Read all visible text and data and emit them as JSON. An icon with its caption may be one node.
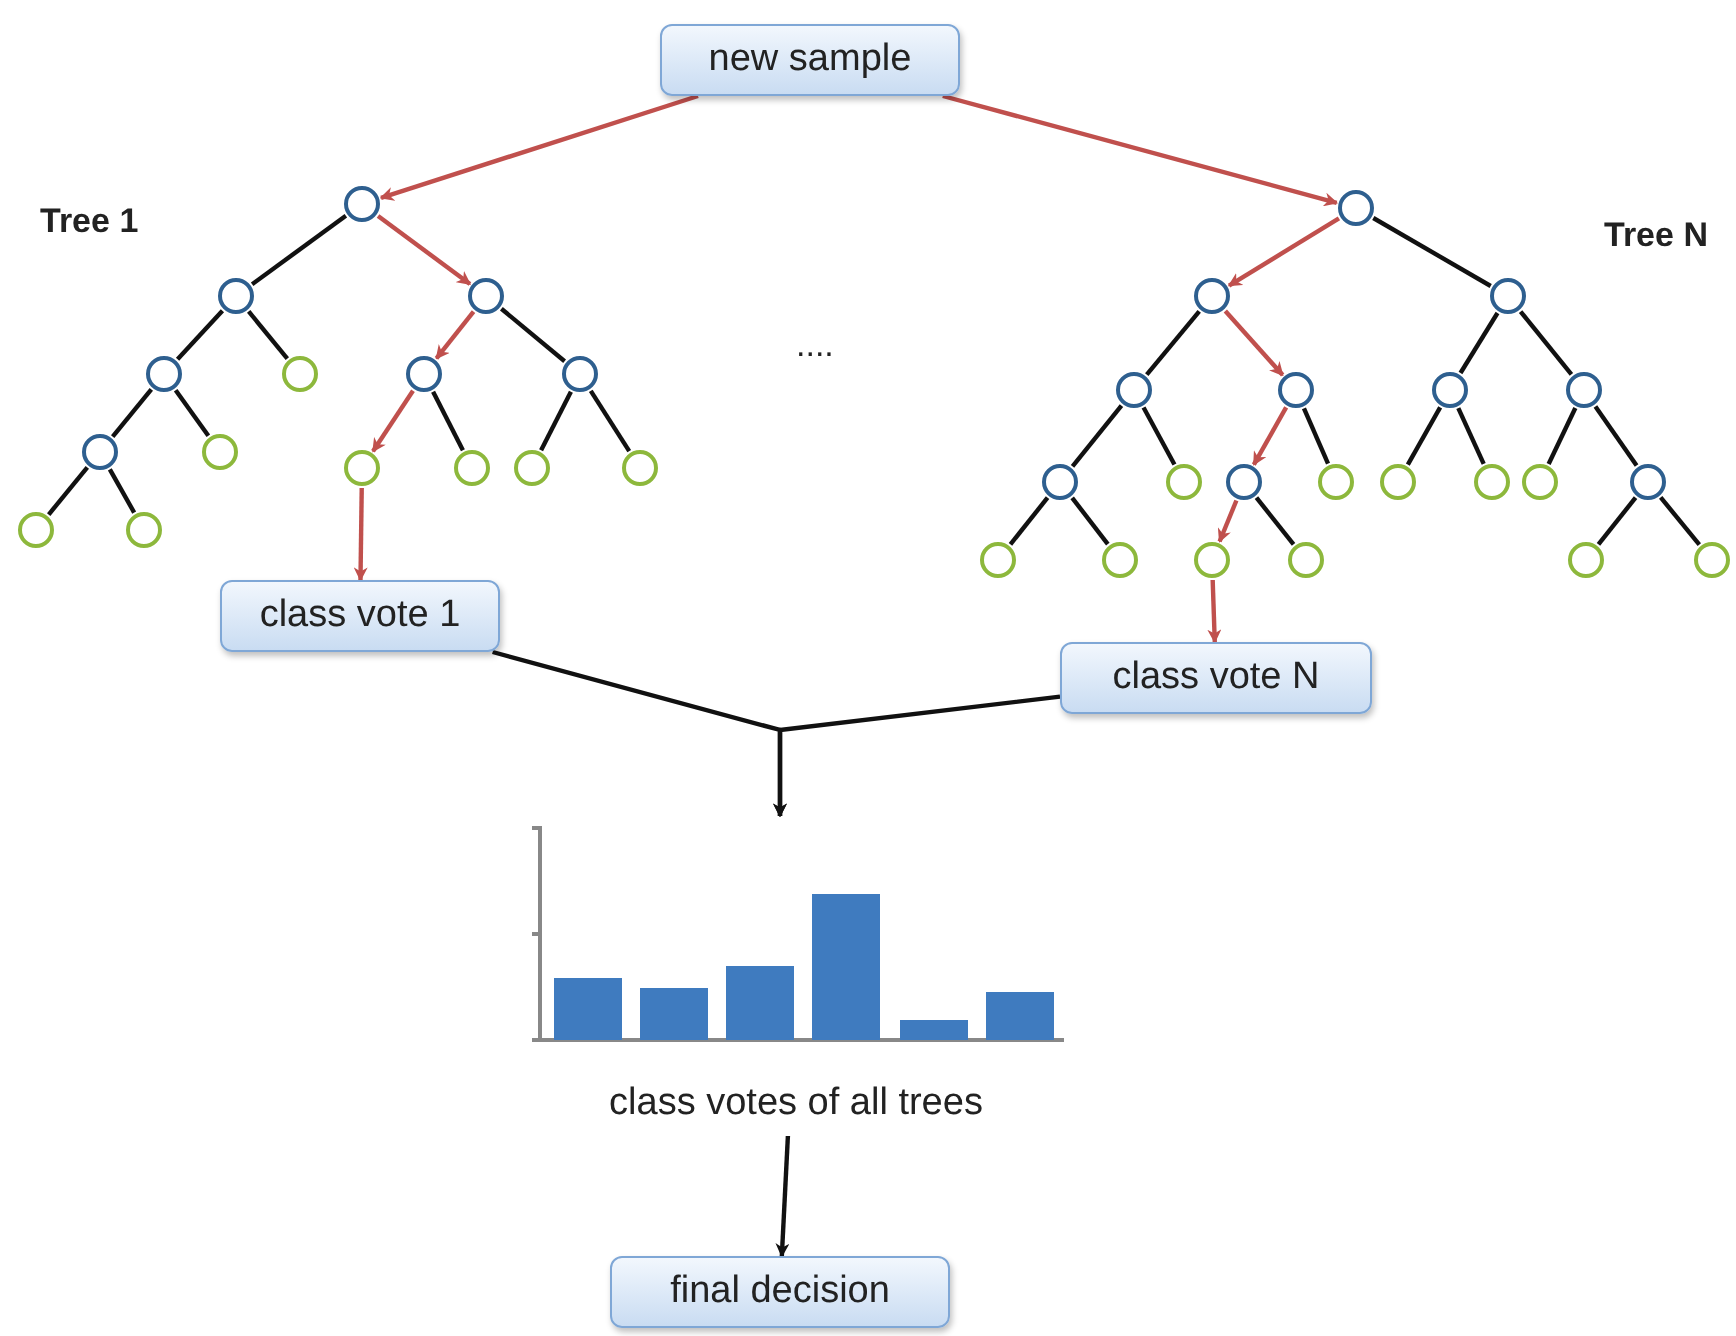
{
  "diagram": {
    "nodes": [
      {
        "text": [
          "new sample"
        ]
      },
      {
        "text": [],
        "shape": "circle"
      },
      {
        "text": [],
        "shape": "circle"
      },
      {
        "text": [],
        "shape": "circle"
      },
      {
        "text": [],
        "shape": "circle"
      },
      {
        "text": [],
        "shape": "circle"
      },
      {
        "text": [],
        "shape": "circle"
      },
      {
        "text": [],
        "shape": "circle"
      },
      {
        "text": [],
        "shape": "circle"
      },
      {
        "text": [],
        "shape": "circle"
      },
      {
        "text": [],
        "shape": "circle"
      },
      {
        "text": [],
        "shape": "circle"
      },
      {
        "text": [],
        "shape": "circle"
      },
      {
        "text": [],
        "shape": "circle"
      },
      {
        "text": [],
        "shape": "circle"
      },
      {
        "text": [],
        "shape": "circle"
      },
      {
        "text": [],
        "shape": "circle"
      },
      {
        "text": [],
        "shape": "circle"
      },
      {
        "text": [],
        "shape": "circle"
      },
      {
        "text": [],
        "shape": "circle"
      },
      {
        "text": [],
        "shape": "circle"
      },
      {
        "text": [],
        "shape": "circle"
      },
      {
        "text": [],
        "shape": "circle"
      },
      {
        "text": [],
        "shape": "circle"
      },
      {
        "text": [],
        "shape": "circle"
      },
      {
        "text": [],
        "shape": "circle"
      },
      {
        "text": [],
        "shape": "circle"
      },
      {
        "text": [],
        "shape": "circle"
      },
      {
        "text": [],
        "shape": "circle"
      },
      {
        "text": [],
        "shape": "circle"
      },
      {
        "text": [],
        "shape": "circle"
      },
      {
        "text": [],
        "shape": "circle"
      },
      {
        "text": [],
        "shape": "circle"
      },
      {
        "text": [],
        "shape": "circle"
      },
      {
        "text": [],
        "shape": "circle"
      },
      {
        "text": [],
        "shape": "circle"
      },
      {
        "text": [],
        "shape": "circle"
      },
      {
        "text": [
          "class vote 1"
        ]
      },
      {
        "text": [
          "class vote N"
        ]
      },
      {
        "text": [
          "class votes of all trees"
        ]
      },
      {
        "text": [
          "final decision"
        ]
      }
    ],
    "edges": [
      {
        "from": 0,
        "to": 1,
        "arrow": "to",
        "color": "#c0504d"
      },
      {
        "from": 0,
        "to": 16,
        "arrow": "to",
        "color": "#c0504d"
      },
      {
        "from": 1,
        "to": 2,
        "arrow": "none"
      },
      {
        "from": 1,
        "to": 3,
        "arrow": "to",
        "color": "#c0504d"
      },
      {
        "from": 2,
        "to": 4,
        "arrow": "none"
      },
      {
        "from": 2,
        "to": 5,
        "arrow": "none"
      },
      {
        "from": 4,
        "to": 8,
        "arrow": "none"
      },
      {
        "from": 4,
        "to": 9,
        "arrow": "none"
      },
      {
        "from": 8,
        "to": 14,
        "arrow": "none"
      },
      {
        "from": 8,
        "to": 15,
        "arrow": "none"
      },
      {
        "from": 3,
        "to": 6,
        "arrow": "to",
        "color": "#c0504d"
      },
      {
        "from": 3,
        "to": 7,
        "arrow": "none"
      },
      {
        "from": 6,
        "to": 10,
        "arrow": "to",
        "color": "#c0504d"
      },
      {
        "from": 6,
        "to": 11,
        "arrow": "none"
      },
      {
        "from": 7,
        "to": 12,
        "arrow": "none"
      },
      {
        "from": 7,
        "to": 13,
        "arrow": "none"
      },
      {
        "from": 10,
        "to": 37,
        "arrow": "to",
        "color": "#c0504d"
      },
      {
        "from": 16,
        "to": 17,
        "arrow": "to",
        "color": "#c0504d"
      },
      {
        "from": 16,
        "to": 18,
        "arrow": "none"
      },
      {
        "from": 17,
        "to": 19,
        "arrow": "none"
      },
      {
        "from": 17,
        "to": 20,
        "arrow": "to",
        "color": "#c0504d"
      },
      {
        "from": 19,
        "to": 23,
        "arrow": "none"
      },
      {
        "from": 19,
        "to": 24,
        "arrow": "none"
      },
      {
        "from": 23,
        "to": 31,
        "arrow": "none"
      },
      {
        "from": 23,
        "to": 32,
        "arrow": "none"
      },
      {
        "from": 20,
        "to": 25,
        "arrow": "to",
        "color": "#c0504d"
      },
      {
        "from": 20,
        "to": 26,
        "arrow": "none"
      },
      {
        "from": 25,
        "to": 33,
        "arrow": "to",
        "color": "#c0504d"
      },
      {
        "from": 25,
        "to": 34,
        "arrow": "none"
      },
      {
        "from": 18,
        "to": 21,
        "arrow": "none"
      },
      {
        "from": 18,
        "to": 22,
        "arrow": "none"
      },
      {
        "from": 21,
        "to": 27,
        "arrow": "none"
      },
      {
        "from": 21,
        "to": 28,
        "arrow": "none"
      },
      {
        "from": 22,
        "to": 29,
        "arrow": "none"
      },
      {
        "from": 22,
        "to": 30,
        "arrow": "none"
      },
      {
        "from": 30,
        "to": 35,
        "arrow": "none"
      },
      {
        "from": 30,
        "to": 36,
        "arrow": "none"
      },
      {
        "from": 33,
        "to": 38,
        "arrow": "to",
        "color": "#c0504d"
      },
      {
        "from": 37,
        "to": 39,
        "arrow": "to"
      },
      {
        "from": 38,
        "to": 39,
        "arrow": "to"
      },
      {
        "from": 39,
        "to": 40,
        "arrow": "to"
      }
    ],
    "labels": [
      "Tree 1",
      "....",
      "Tree N"
    ]
  }
}
